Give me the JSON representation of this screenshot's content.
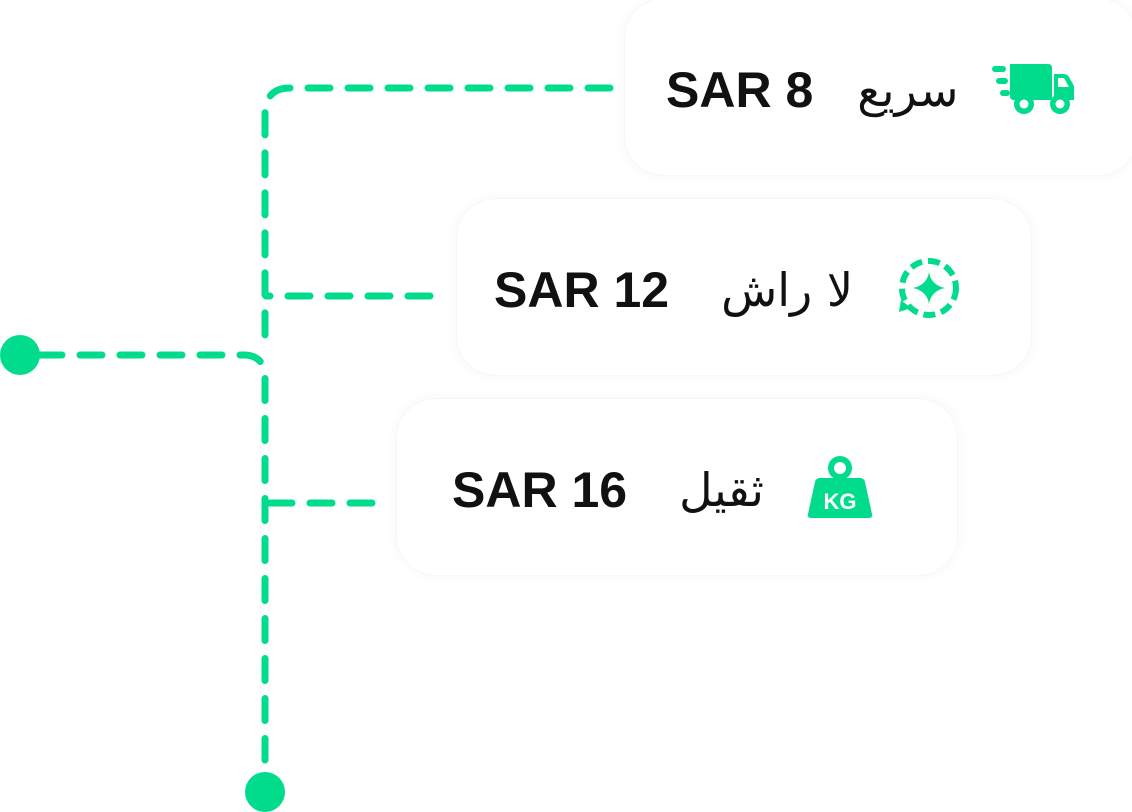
{
  "options": [
    {
      "label": "سريع",
      "price": "SAR 8",
      "icon": "fast-delivery-truck-icon"
    },
    {
      "label": "لا راش",
      "price": "SAR 12",
      "icon": "eco-recycle-star-icon"
    },
    {
      "label": "ثقيل",
      "price": "SAR 16",
      "icon": "kg-weight-icon"
    }
  ],
  "colors": {
    "accent": "#00DC8C",
    "text": "#111111",
    "card": "#FFFFFF"
  }
}
